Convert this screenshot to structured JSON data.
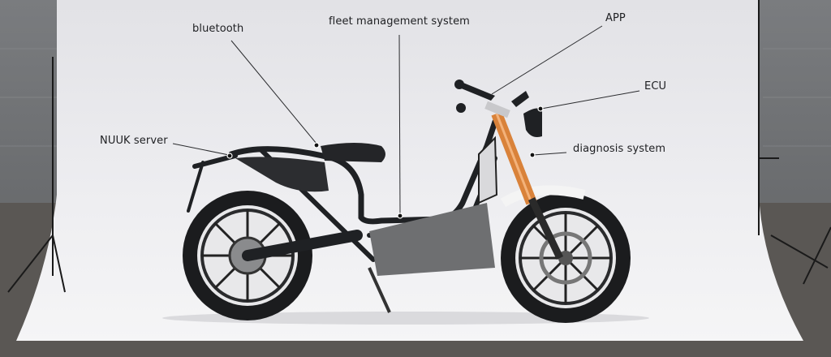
{
  "labels": {
    "bluetooth": "bluetooth",
    "fleet_management": "fleet management system",
    "app": "APP",
    "ecu": "ECU",
    "diagnosis": "diagnosis system",
    "server": "NUUK server"
  },
  "colors": {
    "backdrop": "#ecebef",
    "frame": "#1f2124",
    "fork": "#d9823a",
    "leader": "#2a2b2e"
  }
}
